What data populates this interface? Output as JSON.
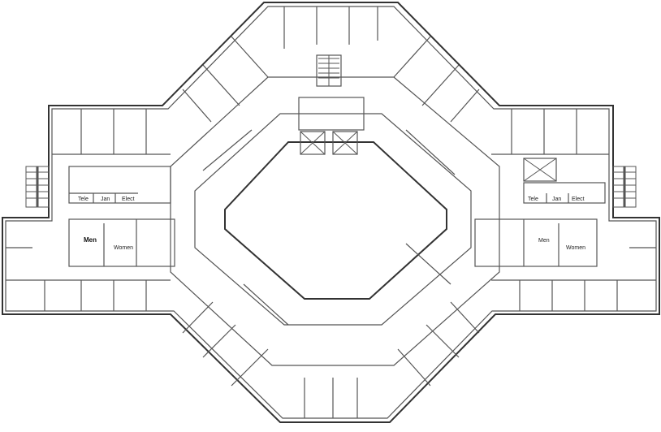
{
  "title": "Office floor plan",
  "left_wing": {
    "utility_rooms": [
      "Tele",
      "Jan",
      "Elect"
    ],
    "restrooms": [
      "Men",
      "Women"
    ]
  },
  "right_wing": {
    "utility_rooms": [
      "Tele",
      "Jan",
      "Elect"
    ],
    "restrooms": [
      "Men",
      "Women"
    ]
  }
}
